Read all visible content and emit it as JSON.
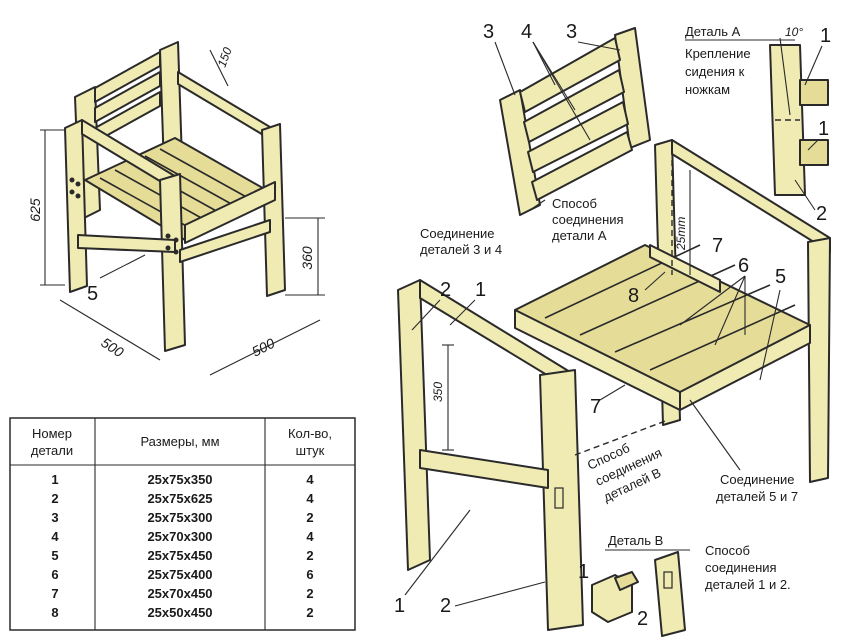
{
  "dimensions": {
    "width_500": "500",
    "depth_500": "500",
    "height_625": "625",
    "back_150": "150",
    "seat_360": "360",
    "leg_350": "350",
    "rail_25mm": "25mm",
    "angle_10": "10°"
  },
  "part_numbers": {
    "p1": "1",
    "p2": "2",
    "p3": "3",
    "p4": "4",
    "p5": "5",
    "p6": "6",
    "p7": "7",
    "p8": "8"
  },
  "annotations": {
    "detail_a_title": "Деталь А",
    "detail_a_desc": [
      "Крепление",
      "сидения к",
      "ножкам"
    ],
    "method_a": [
      "Способ",
      "соединения",
      "детали А"
    ],
    "join_3_4": [
      "Соединение",
      "деталей 3 и 4"
    ],
    "method_b": [
      "Способ",
      "соединения",
      "деталей В"
    ],
    "join_5_7": [
      "Соединение",
      "деталей 5 и 7"
    ],
    "detail_b_title": "Деталь В",
    "method_1_2": [
      "Способ",
      "соединения",
      "деталей 1 и 2."
    ]
  },
  "parts_table": {
    "headers": [
      [
        "Номер",
        "детали"
      ],
      [
        "Размеры, мм"
      ],
      [
        "Кол-во,",
        "штук"
      ]
    ],
    "rows": [
      {
        "num": "1",
        "size": "25x75x350",
        "qty": "4"
      },
      {
        "num": "2",
        "size": "25x75x625",
        "qty": "4"
      },
      {
        "num": "3",
        "size": "25x75x300",
        "qty": "2"
      },
      {
        "num": "4",
        "size": "25x70x300",
        "qty": "4"
      },
      {
        "num": "5",
        "size": "25x75x450",
        "qty": "2"
      },
      {
        "num": "6",
        "size": "25x75x400",
        "qty": "6"
      },
      {
        "num": "7",
        "size": "25x70x450",
        "qty": "2"
      },
      {
        "num": "8",
        "size": "25x50x450",
        "qty": "2"
      }
    ]
  },
  "colors": {
    "wood": "#f0eab3",
    "ink": "#2a2a2a"
  }
}
